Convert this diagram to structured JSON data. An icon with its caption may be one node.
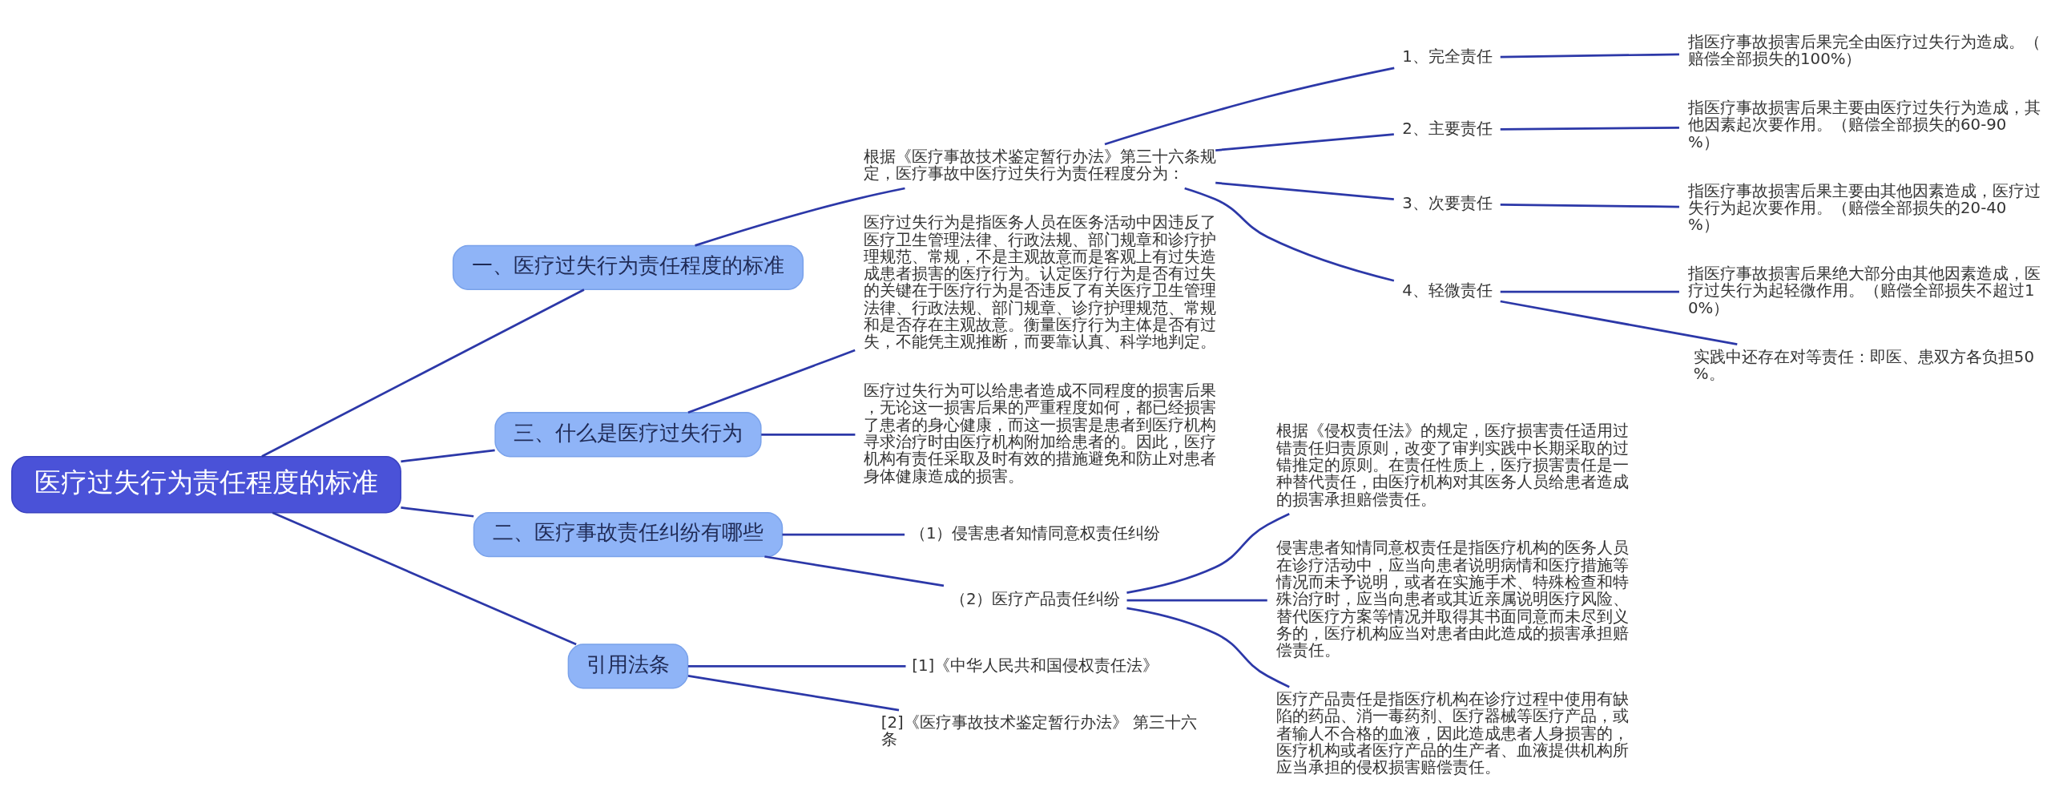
{
  "diagram": {
    "nodes": [
      {
        "text": [
          "医疗过失行为责任程度的标准"
        ]
      },
      {
        "text": [
          "一、医疗过失行为责任程度的标准"
        ]
      },
      {
        "text": [
          "根据《医疗事故技术鉴定暂行办法》第三十六条规定，医疗事故中医疗过失行为责任程度分为："
        ]
      },
      {
        "text": [
          "1、完全责任"
        ]
      },
      {
        "text": [
          "指医疗事故损害后果完全由医疗过失行为造成。（赔偿全部损失的100%）"
        ]
      },
      {
        "text": [
          "2、主要责任"
        ]
      },
      {
        "text": [
          "指医疗事故损害后果主要由医疗过失行为造成，其他因素起次要作用。（赔偿全部损失的60-90%）"
        ]
      },
      {
        "text": [
          "3、次要责任"
        ]
      },
      {
        "text": [
          "指医疗事故损害后果主要由其他因素造成，医疗过失行为起次要作用。（赔偿全部损失的20-40%）"
        ]
      },
      {
        "text": [
          "4、轻微责任"
        ]
      },
      {
        "text": [
          "指医疗事故损害后果绝大部分由其他因素造成，医疗过失行为起轻微作用。（赔偿全部损失不超过10%）"
        ]
      },
      {
        "text": [
          "实践中还存在对等责任：即医、患双方各负担50%。"
        ]
      },
      {
        "text": [
          "三、什么是医疗过失行为"
        ]
      },
      {
        "text": [
          "医疗过失行为是指医务人员在医务活动中因违反了医疗卫生管理法律、行政法规、部门规章和诊疗护理规范、常规，不是主观故意而是客观上有过失造成患者损害的医疗行为。认定医疗行为是否有过失的关键在于医疗行为是否违反了有关医疗卫生管理法律、行政法规、部门规章、诊疗护理规范、常规和是否存在主观故意。衡量医疗行为主体是否有过失，不能凭主观推断，而要靠认真、科学地判定。"
        ]
      },
      {
        "text": [
          "医疗过失行为可以给患者造成不同程度的损害后果，无论这一损害后果的严重程度如何，都已经损害了患者的身心健康，而这一损害是患者到医疗机构寻求治疗时由医疗机构附加给患者的。因此，医疗机构有责任采取及时有效的措施避免和防止对患者身体健康造成的损害。"
        ]
      },
      {
        "text": [
          "二、医疗事故责任纠纷有哪些"
        ]
      },
      {
        "text": [
          "（1）侵害患者知情同意权责任纠纷"
        ]
      },
      {
        "text": [
          "（2）医疗产品责任纠纷"
        ]
      },
      {
        "text": [
          "根据《侵权责任法》的规定，医疗损害责任适用过错责任归责原则，改变了审判实践中长期采取的过错推定的原则。在责任性质上，医疗损害责任是一种替代责任，由医疗机构对其医务人员给患者造成的损害承担赔偿责任。"
        ]
      },
      {
        "text": [
          "侵害患者知情同意权责任是指医疗机构的医务人员在诊疗活动中，应当向患者说明病情和医疗措施等情况而未予说明，或者在实施手术、特殊检查和特殊治疗时，应当向患者或其近亲属说明医疗风险、替代医疗方案等情况并取得其书面同意而未尽到义务的，医疗机构应当对患者由此造成的损害承担赔偿责任。"
        ]
      },
      {
        "text": [
          "医疗产品责任是指医疗机构在诊疗过程中使用有缺陷的药品、消一毒药剂、医疗器械等医疗产品，或者输人不合格的血液，因此造成患者人身损害的，医疗机构或者医疗产品的生产者、血液提供机构所应当承担的侵权损害赔偿责任。"
        ]
      },
      {
        "text": [
          "引用法条"
        ]
      },
      {
        "text": [
          "[1]《中华人民共和国侵权责任法》"
        ]
      },
      {
        "text": [
          "[2]《医疗事故技术鉴定暂行办法》 第三十六条"
        ]
      }
    ],
    "edges": [
      {
        "from": 0,
        "to": 1,
        "arrow": "none"
      },
      {
        "from": 1,
        "to": 2,
        "arrow": "none"
      },
      {
        "from": 2,
        "to": 3,
        "arrow": "none"
      },
      {
        "from": 3,
        "to": 4,
        "arrow": "none"
      },
      {
        "from": 2,
        "to": 5,
        "arrow": "none"
      },
      {
        "from": 5,
        "to": 6,
        "arrow": "none"
      },
      {
        "from": 2,
        "to": 7,
        "arrow": "none"
      },
      {
        "from": 7,
        "to": 8,
        "arrow": "none"
      },
      {
        "from": 2,
        "to": 9,
        "arrow": "none"
      },
      {
        "from": 9,
        "to": 10,
        "arrow": "none"
      },
      {
        "from": 9,
        "to": 11,
        "arrow": "none"
      },
      {
        "from": 0,
        "to": 12,
        "arrow": "none"
      },
      {
        "from": 12,
        "to": 13,
        "arrow": "none"
      },
      {
        "from": 12,
        "to": 14,
        "arrow": "none"
      },
      {
        "from": 0,
        "to": 15,
        "arrow": "none"
      },
      {
        "from": 15,
        "to": 16,
        "arrow": "none"
      },
      {
        "from": 15,
        "to": 17,
        "arrow": "none"
      },
      {
        "from": 17,
        "to": 18,
        "arrow": "none"
      },
      {
        "from": 17,
        "to": 19,
        "arrow": "none"
      },
      {
        "from": 17,
        "to": 20,
        "arrow": "none"
      },
      {
        "from": 0,
        "to": 21,
        "arrow": "none"
      },
      {
        "from": 21,
        "to": 22,
        "arrow": "none"
      },
      {
        "from": 21,
        "to": 23,
        "arrow": "none"
      }
    ]
  }
}
